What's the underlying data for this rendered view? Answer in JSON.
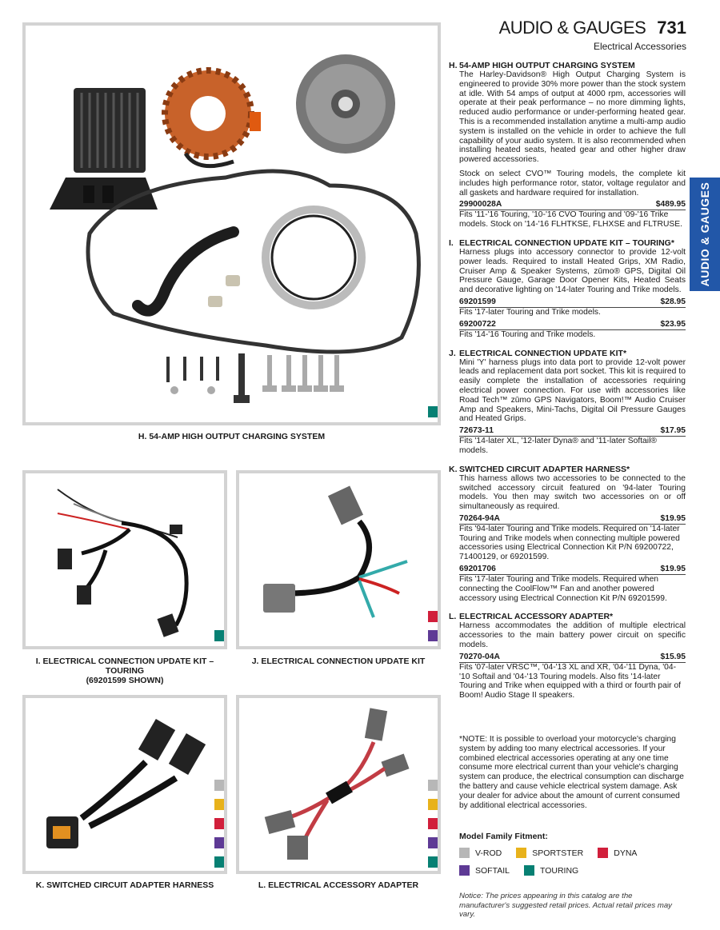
{
  "header": {
    "title": "AUDIO & GAUGES",
    "page_number": "731",
    "subtitle": "Electrical Accessories"
  },
  "side_tab": "AUDIO & GAUGES",
  "colors": {
    "vrod": "#b7b7b7",
    "sportster": "#e8b21b",
    "dyna": "#d11f3b",
    "softail": "#5e3a95",
    "touring": "#078073",
    "tab": "#2257a8",
    "frame": "#d3d3d3"
  },
  "captions": {
    "h": "H. 54-AMP HIGH OUTPUT CHARGING SYSTEM",
    "i_line1": "I. ELECTRICAL CONNECTION UPDATE KIT –",
    "i_line2": "TOURING",
    "i_line3": "(69201599 SHOWN)",
    "j": "J. ELECTRICAL CONNECTION UPDATE KIT",
    "k": "K. SWITCHED CIRCUIT ADAPTER HARNESS",
    "l": "L. ELECTRICAL ACCESSORY ADAPTER"
  },
  "sections": {
    "h": {
      "letter": "H.",
      "heading": "54-AMP HIGH OUTPUT CHARGING SYSTEM",
      "desc1": "The Harley-Davidson® High Output Charging System is engineered to provide 30% more power than the stock system at idle. With 54 amps of output at 4000 rpm, accessories will operate at their peak performance – no more dimming lights, reduced audio performance or under-performing heated gear. This is a recommended installation anytime a multi-amp audio system is installed on the vehicle in order to achieve the full capability of your audio system. It is also recommended when installing heated seats, heated gear and other higher draw powered accessories.",
      "desc2": "Stock on select CVO™ Touring models, the complete kit includes high performance rotor, stator, voltage regulator and all gaskets and hardware required for installation.",
      "parts": [
        {
          "pn": "29900028A",
          "price": "$489.95",
          "fits": "Fits '11-'16 Touring, '10-'16 CVO Touring and '09-'16 Trike models. Stock on '14-'16 FLHTKSE, FLHXSE and FLTRUSE."
        }
      ]
    },
    "i": {
      "letter": "I.",
      "heading": "ELECTRICAL CONNECTION UPDATE KIT – TOURING*",
      "desc1": "Harness plugs into accessory connector to provide 12-volt power leads. Required to install Heated Grips, XM Radio, Cruiser Amp & Speaker Systems, zūmo® GPS, Digital Oil Pressure Gauge, Garage Door Opener Kits, Heated Seats and decorative lighting on '14-later Touring and Trike models.",
      "parts": [
        {
          "pn": "69201599",
          "price": "$28.95",
          "fits": "Fits '17-later Touring and Trike models."
        },
        {
          "pn": "69200722",
          "price": "$23.95",
          "fits": "Fits '14-'16 Touring and Trike models."
        }
      ]
    },
    "j": {
      "letter": "J.",
      "heading": "ELECTRICAL CONNECTION UPDATE KIT*",
      "desc1": "Mini 'Y' harness plugs into data port to provide 12-volt power leads and replacement data port socket. This kit is required to easily complete the installation of accessories requiring electrical power connection. For use with accessories like Road Tech™ zūmo GPS Navigators, Boom!™ Audio Cruiser Amp and Speakers, Mini-Tachs, Digital Oil Pressure Gauges and Heated Grips.",
      "parts": [
        {
          "pn": "72673-11",
          "price": "$17.95",
          "fits": "Fits '14-later XL, '12-later Dyna® and '11-later Softail® models."
        }
      ]
    },
    "k": {
      "letter": "K.",
      "heading": "SWITCHED CIRCUIT ADAPTER HARNESS*",
      "desc1": "This harness allows two accessories to be connected to the switched accessory circuit featured on '94-later Touring models. You then may switch two accessories on or off simultaneously as required.",
      "parts": [
        {
          "pn": "70264-94A",
          "price": "$19.95",
          "fits": "Fits '94-later Touring and Trike models. Required on '14-later Touring and Trike models when connecting multiple powered accessories using Electrical Connection Kit P/N 69200722, 71400129, or 69201599."
        },
        {
          "pn": "69201706",
          "price": "$19.95",
          "fits": "Fits '17-later Touring and Trike models. Required when connecting the CoolFlow™ Fan and another powered accessory using Electrical Connection Kit P/N 69201599."
        }
      ]
    },
    "l": {
      "letter": "L.",
      "heading": "ELECTRICAL ACCESSORY ADAPTER*",
      "desc1": "Harness accommodates the addition of multiple electrical accessories to the main battery power circuit on specific models.",
      "parts": [
        {
          "pn": "70270-04A",
          "price": "$15.95",
          "fits": "Fits '07-later VRSC™, '04-'13 XL and XR, '04-'11 Dyna, '04-'10 Softail and '04-'13 Touring models. Also fits '14-later Touring and Trike when equipped with a third or fourth pair of Boom! Audio Stage II speakers."
        }
      ]
    }
  },
  "note": "*NOTE: It is possible to overload your motorcycle's charging system by adding too many electrical accessories. If your combined electrical accessories operating at any one time consume more electrical current than your vehicle's charging system can produce, the electrical consumption can discharge the battery and cause vehicle electrical system damage. Ask your dealer for advice about the amount of current consumed by additional electrical accessories.",
  "fitment": {
    "title": "Model Family Fitment:",
    "vrod": "V-ROD",
    "sportster": "SPORTSTER",
    "dyna": "DYNA",
    "softail": "SOFTAIL",
    "touring": "TOURING"
  },
  "notice": "Notice: The prices appearing in this catalog are the manufacturer's suggested retail prices. Actual retail prices may vary."
}
